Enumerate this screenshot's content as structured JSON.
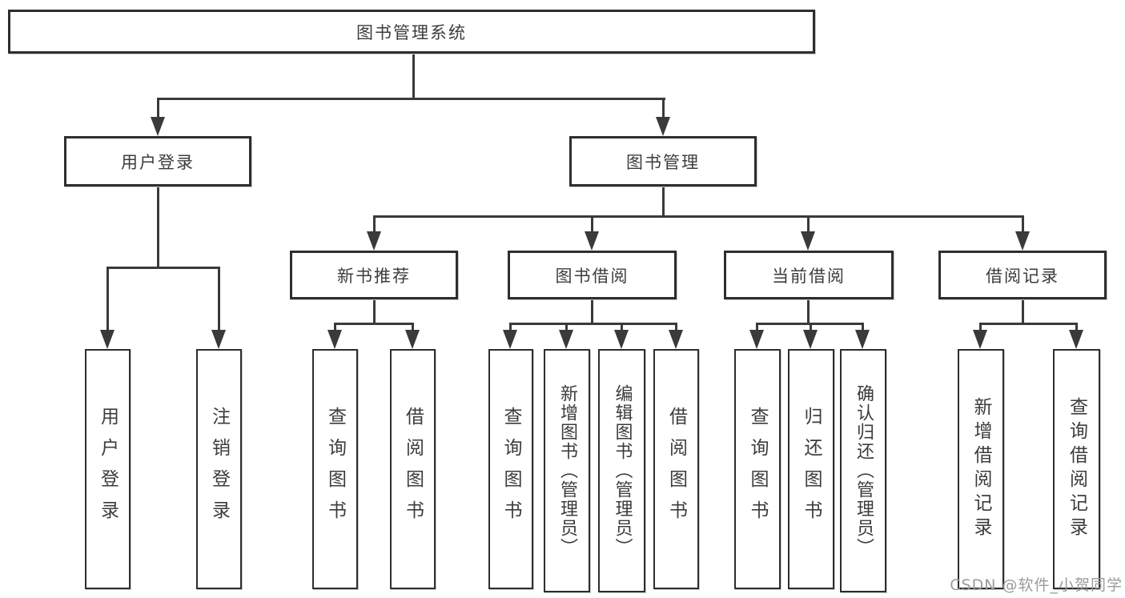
{
  "diagram": {
    "title": "图书管理系统",
    "type": "hierarchy-tree",
    "watermark": "CSDN @软件_小贺同学",
    "colors": {
      "line": "#3a3a3c",
      "box_border": "#2e2e30",
      "text": "#3c3c3e",
      "watermark": "#9b9b9b",
      "background": "#ffffff"
    },
    "nodes": {
      "root": {
        "label": "图书管理系统"
      },
      "user_login": {
        "label": "用户登录",
        "parent": "root"
      },
      "book_mgmt": {
        "label": "图书管理",
        "parent": "root"
      },
      "cat_new_book": {
        "label": "新书推荐",
        "parent": "book_mgmt"
      },
      "cat_book_borrow": {
        "label": "图书借阅",
        "parent": "book_mgmt"
      },
      "cat_current_borrow": {
        "label": "当前借阅",
        "parent": "book_mgmt"
      },
      "cat_borrow_records": {
        "label": "借阅记录",
        "parent": "book_mgmt"
      },
      "leaf_user_login": {
        "label": "用户登录",
        "parent": "user_login"
      },
      "leaf_logout": {
        "label": "注销登录",
        "parent": "user_login"
      },
      "leaf_query_book_1": {
        "label": "查询图书",
        "parent": "cat_new_book"
      },
      "leaf_borrow_book_1": {
        "label": "借阅图书",
        "parent": "cat_new_book"
      },
      "leaf_query_book_2": {
        "label": "查询图书",
        "parent": "cat_book_borrow"
      },
      "leaf_add_book": {
        "label": "新增图书（管理员）",
        "parent": "cat_book_borrow"
      },
      "leaf_edit_book": {
        "label": "编辑图书（管理员）",
        "parent": "cat_book_borrow"
      },
      "leaf_borrow_book_2": {
        "label": "借阅图书",
        "parent": "cat_book_borrow"
      },
      "leaf_query_book_3": {
        "label": "查询图书",
        "parent": "cat_current_borrow"
      },
      "leaf_return_book": {
        "label": "归还图书",
        "parent": "cat_current_borrow"
      },
      "leaf_confirm_return": {
        "label": "确认归还（管理员）",
        "parent": "cat_current_borrow"
      },
      "leaf_add_record": {
        "label": "新增借阅记录",
        "parent": "cat_borrow_records"
      },
      "leaf_query_record": {
        "label": "查询借阅记录",
        "parent": "cat_borrow_records"
      }
    }
  }
}
